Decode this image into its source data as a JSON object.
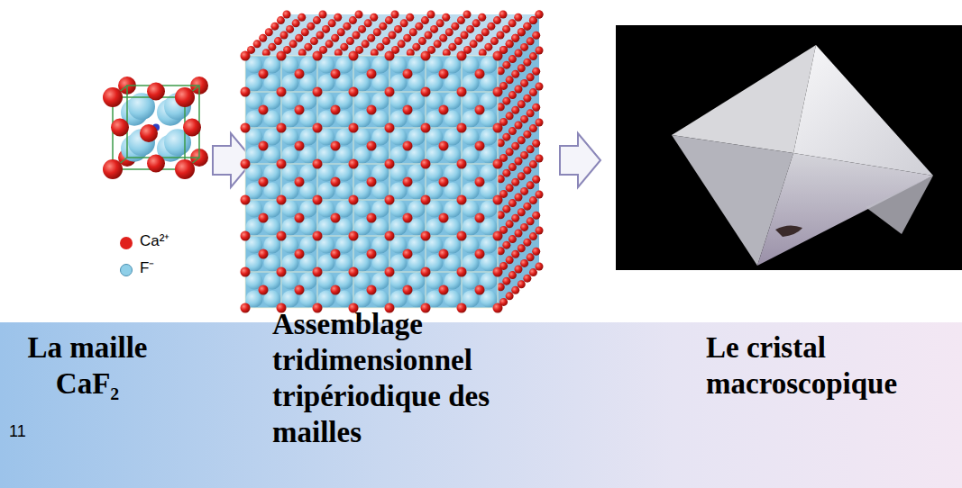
{
  "diagram": {
    "labels": [
      "La maille CaF₂",
      "Assemblage tridimensionnel tripériodique des mailles",
      "Le cristal macroscopique",
      "11"
    ],
    "legend": [
      {
        "text": "Ca²⁺",
        "color": "#e0201c"
      },
      {
        "text": "F⁻",
        "color": "#8fcfe8"
      }
    ]
  }
}
